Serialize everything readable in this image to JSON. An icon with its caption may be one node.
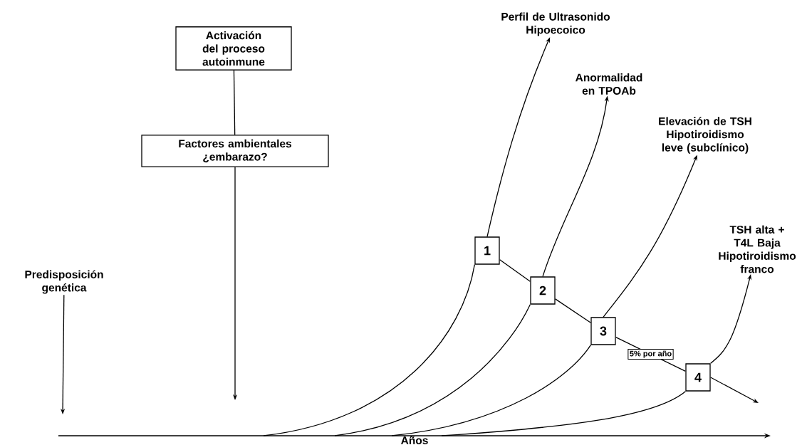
{
  "diagram": {
    "nodes": [
      {
        "text": [
          "Activación del proceso autoinmune"
        ]
      },
      {
        "text": [
          "Factores ambientales ¿embarazo?"
        ]
      },
      {
        "text": [
          "Predisposición genética"
        ]
      },
      {
        "text": [
          "Perfil de Ultrasonido Hipoecoico"
        ]
      },
      {
        "text": [
          "Anormalidad en TPOAb"
        ]
      },
      {
        "text": [
          "Elevación de TSH Hipotiroidismo leve (subclínico)"
        ]
      },
      {
        "text": [
          "TSH alta + T4L Baja Hipotiroidismo franco"
        ]
      },
      {
        "text": [
          "1"
        ]
      },
      {
        "text": [
          "2"
        ]
      },
      {
        "text": [
          "3"
        ]
      },
      {
        "text": [
          "4"
        ]
      }
    ],
    "edges": [
      {
        "from": 0,
        "to": 1,
        "arrow": "none"
      },
      {
        "from": 1,
        "to": null,
        "arrow": "to"
      },
      {
        "from": 2,
        "to": null,
        "arrow": "to"
      },
      {
        "from": null,
        "to": 7,
        "arrow": "none"
      },
      {
        "from": 7,
        "to": 3,
        "arrow": "to"
      },
      {
        "from": null,
        "to": 8,
        "arrow": "none"
      },
      {
        "from": 8,
        "to": 4,
        "arrow": "to"
      },
      {
        "from": null,
        "to": 9,
        "arrow": "none"
      },
      {
        "from": 9,
        "to": 5,
        "arrow": "to"
      },
      {
        "from": null,
        "to": 10,
        "arrow": "none"
      },
      {
        "from": 10,
        "to": 6,
        "arrow": "to"
      },
      {
        "from": 10,
        "to": null,
        "arrow": "to"
      },
      {
        "from": 7,
        "to": 8,
        "arrow": "none"
      },
      {
        "from": 8,
        "to": 9,
        "arrow": "none"
      },
      {
        "from": 9,
        "to": 10,
        "arrow": "none",
        "label": "5% por año"
      }
    ],
    "labels": [
      "Años"
    ]
  }
}
